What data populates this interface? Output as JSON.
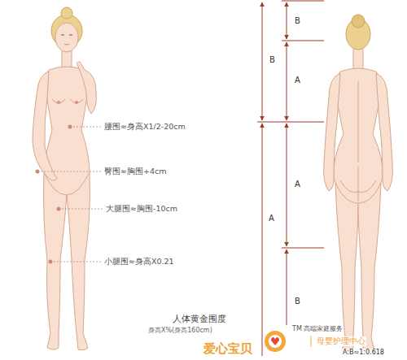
{
  "diagram": {
    "title": "人体黄金围度",
    "caption": "身高X%(身高160cm)",
    "labels": [
      "腰围≈身高X1/2-20cm",
      "臀围≈胸围+4cm",
      "大腿围≈胸围-10cm",
      "小腿围≈身高X0.21",
      "B",
      "B",
      "A",
      "A",
      "A",
      "B",
      "爱心宝贝",
      "TM 高端家庭服务",
      "母婴护理中心",
      "A:B≈1:0.618"
    ]
  }
}
